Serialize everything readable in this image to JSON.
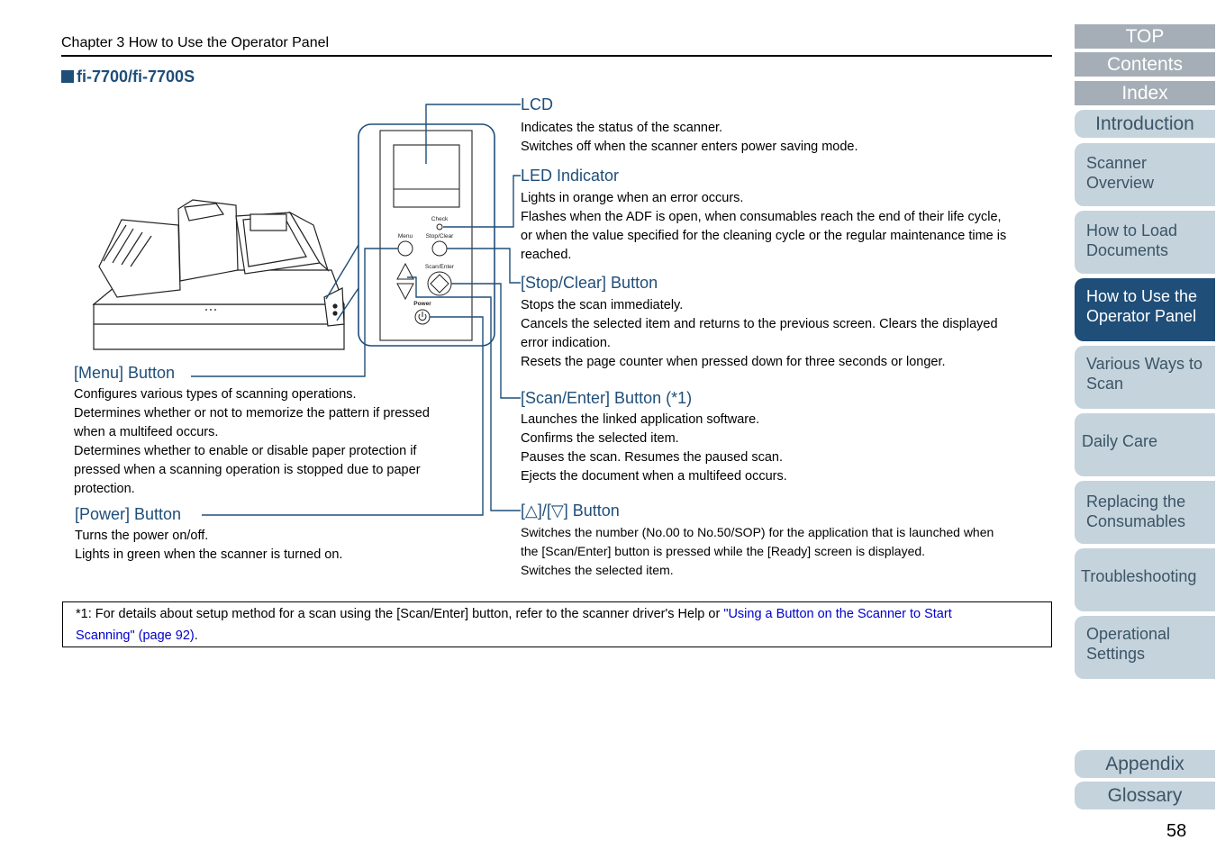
{
  "header": {
    "chapter": "Chapter 3 How to Use the Operator Panel"
  },
  "section": {
    "title": "fi-7700/fi-7700S"
  },
  "panel": {
    "check_label": "Check",
    "menu_label": "Menu",
    "stop_label": "Stop/Clear",
    "scan_label": "Scan/Enter",
    "power_label": "Power"
  },
  "items": {
    "lcd": {
      "title": "LCD",
      "lines": [
        "Indicates the status of the scanner.",
        "Switches off when the scanner enters power saving mode."
      ]
    },
    "led": {
      "title": "LED Indicator",
      "lines": [
        "Lights in orange when an error occurs.",
        "Flashes when the ADF is open, when consumables reach the end of their life cycle,",
        "or when the value specified for the cleaning cycle or the regular maintenance time is",
        "reached."
      ]
    },
    "stop": {
      "title": "[Stop/Clear] Button",
      "lines": [
        "Stops the scan immediately.",
        "Cancels the selected item and returns to the previous screen. Clears the displayed",
        "error indication.",
        "Resets the page counter when pressed down for three seconds or longer."
      ]
    },
    "scan": {
      "title": "[Scan/Enter] Button (*1)",
      "lines": [
        "Launches the linked application software.",
        "Confirms the selected item.",
        "Pauses the scan. Resumes the paused scan.",
        "Ejects the document when a multifeed occurs."
      ]
    },
    "updown": {
      "title": "[△]/[▽] Button",
      "lines": [
        "Switches the number (No.00 to No.50/SOP) for the application that is launched when",
        "the [Scan/Enter] button is pressed while the [Ready] screen is displayed.",
        "Switches the selected item."
      ]
    },
    "menu": {
      "title": "[Menu] Button",
      "lines": [
        "Configures various types of scanning operations.",
        "Determines whether or not to memorize the pattern if pressed",
        "when a multifeed occurs.",
        "Determines whether to enable or disable paper protection if",
        "pressed when a scanning operation is stopped due to paper",
        "protection."
      ]
    },
    "power": {
      "title": "[Power] Button",
      "lines": [
        "Turns the power on/off.",
        "Lights in green when the scanner is turned on."
      ]
    }
  },
  "footnote": {
    "text": "*1: For details about setup method for a scan using the [Scan/Enter] button, refer to the scanner driver's Help or ",
    "link_part1": "\"Using a Button on the Scanner to Start",
    "link_part2": "Scanning\" (page 92)",
    "end": "."
  },
  "nav": {
    "top": "TOP",
    "contents": "Contents",
    "index": "Index",
    "introduction": "Introduction",
    "tabs": [
      [
        "Scanner",
        "Overview"
      ],
      [
        "How to Load",
        "Documents"
      ],
      [
        "How to Use the",
        "Operator Panel"
      ],
      [
        "Various Ways to",
        "Scan"
      ],
      [
        "Daily Care"
      ],
      [
        "Replacing the",
        "Consumables"
      ],
      [
        "Troubleshooting"
      ],
      [
        "Operational",
        "Settings"
      ]
    ],
    "appendix": "Appendix",
    "glossary": "Glossary"
  },
  "page_number": "58",
  "colors": {
    "heading": "#1f4e79",
    "nav_flat": "#a5aeb6",
    "nav_tab": "#c5d3dd",
    "nav_active": "#1f4e79",
    "link": "#0000cc"
  }
}
